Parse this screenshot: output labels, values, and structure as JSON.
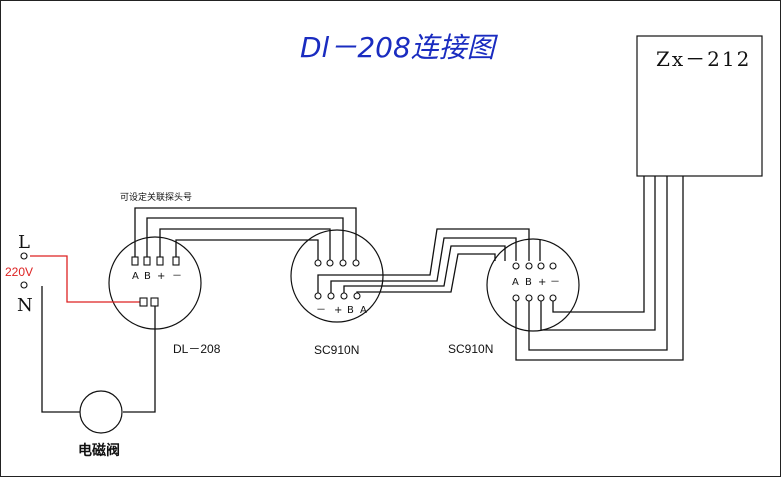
{
  "title": "Dl－208连接图",
  "zx_box_label": "Zx－212",
  "note_label": "可设定关联探头号",
  "power": {
    "l_label": "L",
    "n_label": "N",
    "voltage_label": "220V"
  },
  "valve_label": "电磁阀",
  "devices": [
    {
      "name": "DL－208",
      "pins": [
        "A",
        "B",
        "+",
        "－"
      ]
    },
    {
      "name": "SC910N",
      "pins": [
        "－",
        "+",
        "B",
        "A"
      ]
    },
    {
      "name": "SC910N",
      "pins": [
        "A",
        "B",
        "+",
        "－"
      ]
    }
  ],
  "colors": {
    "title": "#1a2cc0",
    "power": "#d22222",
    "line": "#111111"
  }
}
